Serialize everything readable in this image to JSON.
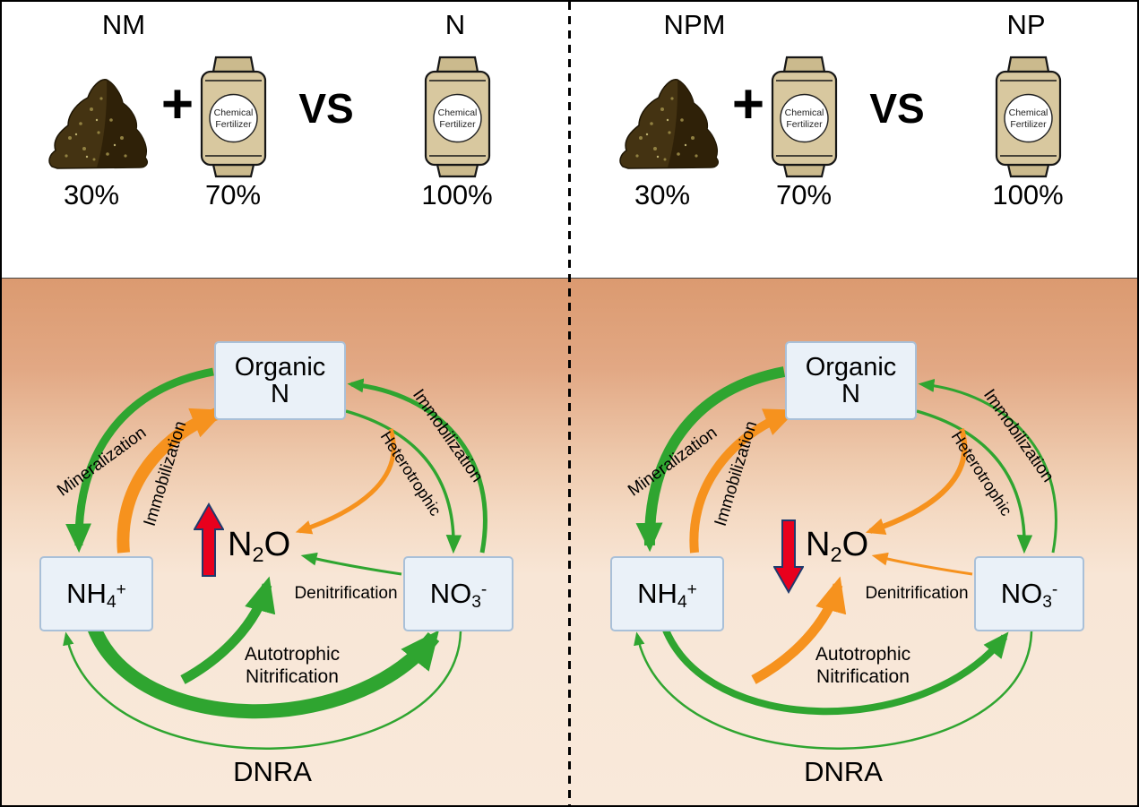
{
  "colors": {
    "green": "#2fa530",
    "orange": "#f6921e",
    "red": "#e8001d",
    "red_outline": "#1f3a6d",
    "box_bg": "#eaf1f8",
    "box_border": "#a9c0d8",
    "bag_tan": "#d8c89f",
    "bag_tan_dark": "#cbba8d",
    "soil_top": "#db9a70",
    "soil_light": "#f9e9da",
    "manure_brown": "#443312",
    "manure_dark": "#2c1f07"
  },
  "top": {
    "left": {
      "mix_label": "NM",
      "manure_percent": "30%",
      "fertilizer_percent": "70%",
      "plus": "+",
      "vs": "VS",
      "pure_label": "N",
      "pure_percent": "100%"
    },
    "right": {
      "mix_label": "NPM",
      "manure_percent": "30%",
      "fertilizer_percent": "70%",
      "plus": "+",
      "vs": "VS",
      "pure_label": "NP",
      "pure_percent": "100%"
    },
    "bag_label_line1": "Chemical",
    "bag_label_line2": "Fertilizer"
  },
  "cycle_labels": {
    "organic_line1": "Organic",
    "organic_line2": "N",
    "nh4_base": "NH",
    "nh4_sub": "4",
    "nh4_sup": "+",
    "no3_base": "NO",
    "no3_sub": "3",
    "no3_sup": "-",
    "n2o_base": "N",
    "n2o_sub": "2",
    "n2o_tail": "O",
    "mineralization": "Mineralization",
    "immobilization_left": "Immobilization",
    "immobilization_right": "Immobilization",
    "heterotrophic": "Heterotrophic",
    "denitrification": "Denitrification",
    "autotrophic_line1": "Autotrophic",
    "autotrophic_line2": "Nitrification",
    "dnra": "DNRA"
  },
  "panels": {
    "left": {
      "n2o_arrow_direction": "up"
    },
    "right": {
      "n2o_arrow_direction": "down"
    }
  }
}
